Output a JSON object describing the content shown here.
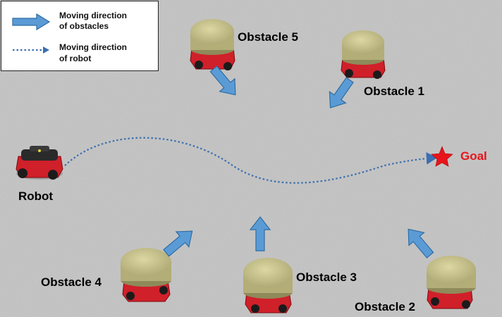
{
  "legend": {
    "obstacle_line1": "Moving direction",
    "obstacle_line2": "of obstacles",
    "robot_line1": "Moving direction",
    "robot_line2": "of robot"
  },
  "labels": {
    "robot": "Robot",
    "goal": "Goal",
    "obstacle_1": "Obstacle 1",
    "obstacle_2": "Obstacle 2",
    "obstacle_3": "Obstacle 3",
    "obstacle_4": "Obstacle 4",
    "obstacle_5": "Obstacle 5"
  },
  "colors": {
    "ground": "#b9b9b9",
    "arrow_fill": "#5b9bd5",
    "arrow_stroke": "#2e6da4",
    "path": "#3b6fb0",
    "goal_star": "#e8141b",
    "robot_body": "#d0202a",
    "obstacle_top": "#c8c28c"
  },
  "icons": {
    "obstacle_arrow": "block-arrow-icon",
    "robot_path": "dotted-arrow-icon",
    "goal": "star-icon"
  }
}
